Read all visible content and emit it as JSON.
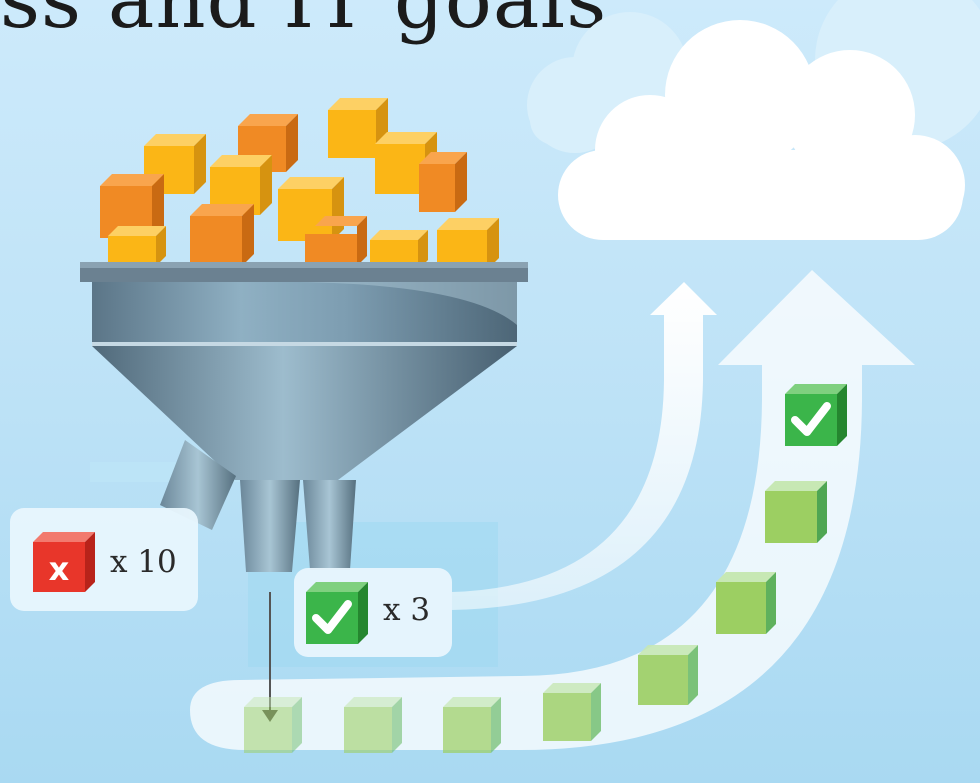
{
  "headline": "ss and IT goals.",
  "reject_badge": {
    "multiplier": "x 10",
    "icon": "x-mark-icon"
  },
  "accept_badge": {
    "multiplier": "x 3",
    "icon": "check-mark-icon"
  },
  "colors": {
    "background": "#bfe3f7",
    "cube_orange": "#f08a24",
    "cube_yellow": "#fbb616",
    "cube_green": "#9ccf62",
    "cube_green_faded": "#c2e2bf",
    "reject_red": "#e8362a",
    "accept_green": "#3bb54a",
    "funnel_steel": "#6f8da3",
    "cloud": "#ffffff"
  }
}
